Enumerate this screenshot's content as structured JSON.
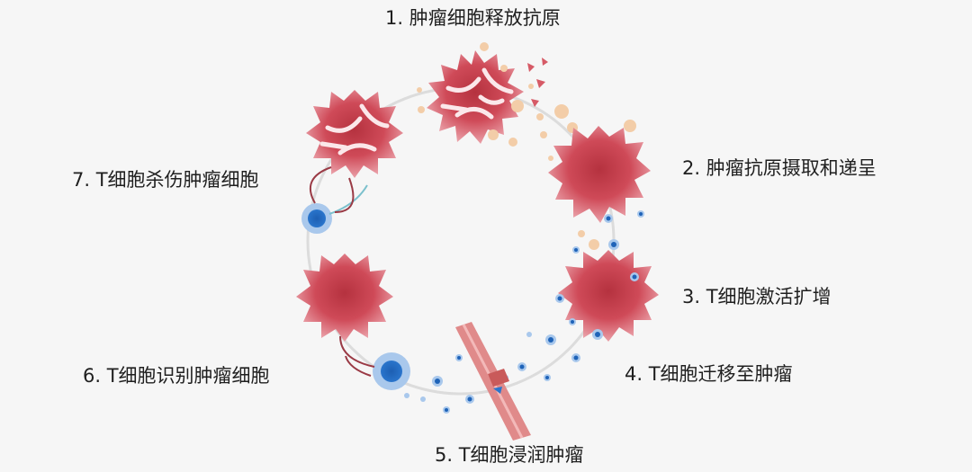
{
  "steps": [
    {
      "text": "1. 肿瘤细胞释放抗原"
    },
    {
      "text": "2. 肿瘤抗原摄取和递呈"
    },
    {
      "text": "3. T细胞激活扩增"
    },
    {
      "text": "4. T细胞迁移至肿瘤"
    },
    {
      "text": "5. T细胞浸润肿瘤"
    },
    {
      "text": "6. T细胞识别肿瘤细胞"
    },
    {
      "text": "7. T细胞杀伤肿瘤细胞"
    }
  ],
  "colors": {
    "background": "#f6f6f6",
    "cycle_ring": "#dcdcdc",
    "tumor_cell": "#c9404f",
    "tumor_cell_light": "#e8808a",
    "antigen_particle": "#f3cda8",
    "t_cell_core": "#1f63b8",
    "t_cell_halo": "#a9c8ec",
    "blood_vessel": "#e08a8a",
    "arrow": "#9a3a45"
  }
}
